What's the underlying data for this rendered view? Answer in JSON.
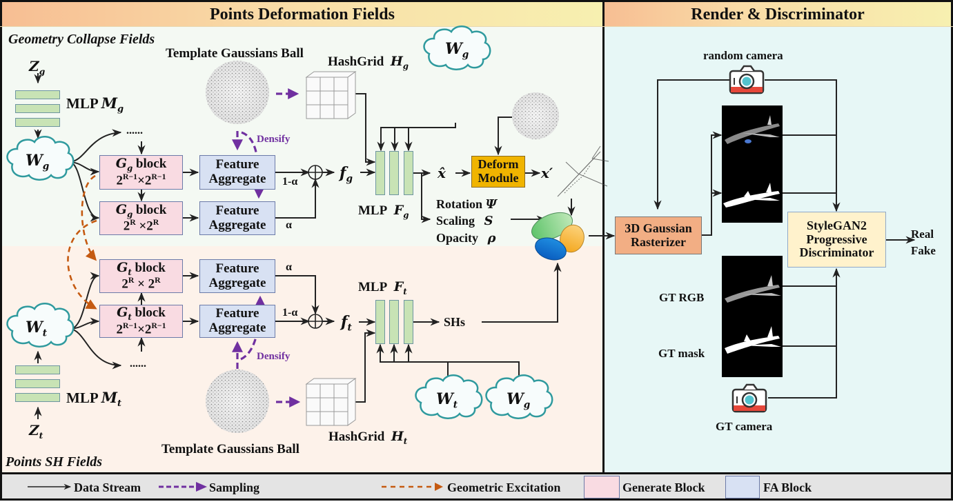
{
  "left_panel": {
    "title": "Points Deformation Fields",
    "geometry_section": "Geometry Collapse Fields",
    "sh_section": "Points SH Fields"
  },
  "right_panel": {
    "title": "Render & Discriminator"
  },
  "geometry": {
    "z_label": "Z",
    "z_sub": "g",
    "mlp_label": "MLP",
    "mlp_sym": "M",
    "mlp_sub": "g",
    "w_label": "W",
    "w_sub": "g",
    "ellipsis": "......",
    "template_ball": "Template Gaussians Ball",
    "hashgrid_label": "HashGrid",
    "hashgrid_sym": "H",
    "hashgrid_sub": "g",
    "densify": "Densify",
    "block1": {
      "sym": "G",
      "sub": "g",
      "word": "block",
      "res_a": "2",
      "sup_a": "R−1",
      "times": "×",
      "res_b": "2",
      "sup_b": "R−1"
    },
    "block2": {
      "sym": "G",
      "sub": "g",
      "word": "block",
      "res_a": "2",
      "sup_a": "R",
      "times": "×",
      "res_b": "2",
      "sup_b": "R"
    },
    "fa1": [
      "Feature",
      "Aggregate"
    ],
    "fa2": [
      "Feature",
      "Aggregate"
    ],
    "weight1": "1-α",
    "weight2": "α",
    "f_sym": "f",
    "f_sub": "g",
    "mlp_f_label": "MLP",
    "mlp_f_sym": "F",
    "mlp_f_sub": "g",
    "w2_label": "W",
    "w2_sub": "g",
    "x_hat": "x̂",
    "deform": [
      "Deform",
      "Module"
    ],
    "x_prime": "x′",
    "attrs": [
      {
        "name": "Rotation",
        "sym": "Ψ"
      },
      {
        "name": "Scaling",
        "sym": "S"
      },
      {
        "name": "Opacity",
        "sym": "ρ"
      }
    ]
  },
  "sh": {
    "z_label": "Z",
    "z_sub": "t",
    "mlp_label": "MLP",
    "mlp_sym": "M",
    "mlp_sub": "t",
    "w_label": "W",
    "w_sub": "t",
    "ellipsis": "......",
    "template_ball": "Template Gaussians Ball",
    "hashgrid_label": "HashGrid",
    "hashgrid_sym": "H",
    "hashgrid_sub": "t",
    "densify": "Densify",
    "block1": {
      "sym": "G",
      "sub": "t",
      "word": "block",
      "res_a": "2",
      "sup_a": "R",
      "times": "×",
      "res_b": "2",
      "sup_b": "R"
    },
    "block2": {
      "sym": "G",
      "sub": "t",
      "word": "block",
      "res_a": "2",
      "sup_a": "R−1",
      "times": "×",
      "res_b": "2",
      "sup_b": "R−1"
    },
    "fa1": [
      "Feature",
      "Aggregate"
    ],
    "fa2": [
      "Feature",
      "Aggregate"
    ],
    "weight1": "α",
    "weight2": "1-α",
    "f_sym": "f",
    "f_sub": "t",
    "mlp_f_label": "MLP",
    "mlp_f_sym": "F",
    "mlp_f_sub": "t",
    "shs": "SHs",
    "w_t_label": "W",
    "w_t_sub": "t",
    "w_g_label": "W",
    "w_g_sub": "g"
  },
  "render": {
    "random_camera": "random camera",
    "rasterizer": [
      "3D Gaussian",
      "Rasterizer"
    ],
    "discriminator": [
      "StyleGAN2",
      "Progressive",
      "Discriminator"
    ],
    "output": [
      "Real",
      "Fake"
    ],
    "gt_rgb": "GT RGB",
    "gt_mask": "GT mask",
    "gt_camera": "GT camera"
  },
  "legend": {
    "data_stream": "Data Stream",
    "sampling": "Sampling",
    "geometric_excitation": "Geometric Excitation",
    "generate_block": "Generate Block",
    "fa_block": "FA Block"
  },
  "colors": {
    "generate_block": "#f9dbe2",
    "fa_block": "#d8e1f3",
    "sampling": "#7030a0",
    "excitation": "#c55a11",
    "deform_module": "#f0b400",
    "rasterizer": "#f2ae84",
    "discriminator": "#fff2cc"
  }
}
